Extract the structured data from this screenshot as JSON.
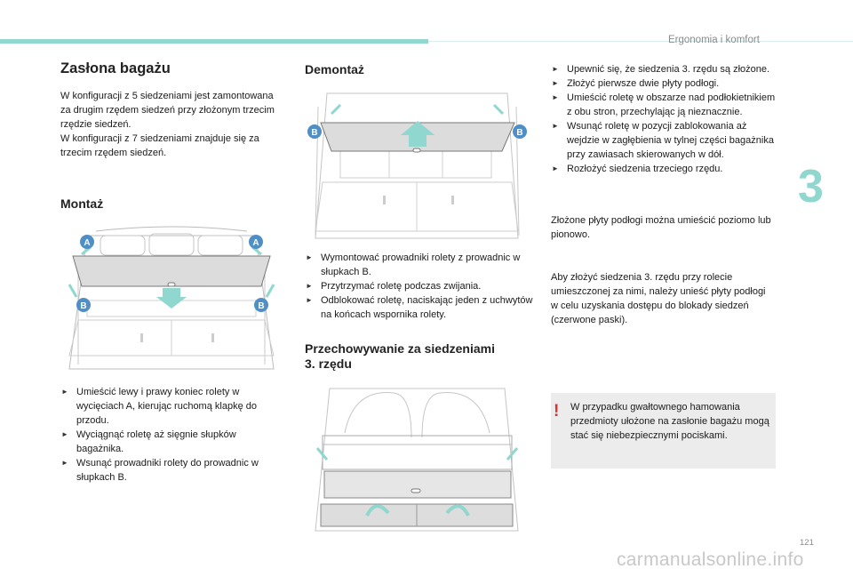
{
  "header": {
    "section_title": "Ergonomia i komfort",
    "chapter_number": "3",
    "page_number": "121"
  },
  "watermark": "carmanualsonline.info",
  "col1": {
    "title": "Zasłona bagażu",
    "intro": [
      "W konfiguracji z 5 siedzeniami jest zamontowana za drugim rzędem siedzeń przy złożonym trzecim rzędzie siedzeń.",
      "W konfiguracji z 7 siedzeniami znajduje się za trzecim rzędem siedzeń."
    ],
    "montaz_title": "Montaż",
    "fig_labels": {
      "a": "A",
      "b": "B"
    },
    "steps": [
      "Umieścić lewy i prawy koniec rolety w wycięciach A, kierując ruchomą klapkę do przodu.",
      "Wyciągnąć roletę aż sięgnie słupków bagażnika.",
      "Wsunąć prowadniki rolety do prowadnic w słupkach B."
    ]
  },
  "col2": {
    "demontaz_title": "Demontaż",
    "fig_label_b": "B",
    "steps": [
      "Wymontować prowadniki rolety z prowadnic w słupkach B.",
      "Przytrzymać roletę podczas zwijania.",
      "Odblokować roletę, naciskając jeden z uchwytów na końcach wspornika rolety."
    ],
    "storage_title_1": "Przechowywanie za siedzeniami",
    "storage_title_2": "3. rzędu"
  },
  "col3": {
    "steps": [
      "Upewnić się, że siedzenia 3. rzędu są złożone.",
      "Złożyć pierwsze dwie płyty podłogi.",
      "Umieścić roletę w obszarze nad podłokietnikiem z obu stron, przechylając ją nieznacznie.",
      "Wsunąć roletę w pozycji zablokowania aż wejdzie w zagłębienia w tylnej części bagażnika przy zawiasach skierowanych w dół.",
      "Rozłożyć siedzenia trzeciego rzędu."
    ],
    "after_steps": "Złożone płyty podłogi można umieścić poziomo lub pionowo.",
    "note": "Aby złożyć siedzenia 3. rzędu przy rolecie umieszczonej za nimi, należy unieść płyty podłogi w celu uzyskania dostępu do blokady siedzeń (czerwone paski).",
    "warning": "W przypadku gwałtownego hamowania przedmioty ułożone na zasłonie bagażu mogą stać się niebezpiecznymi pociskami."
  },
  "colors": {
    "accent": "#8fd7cf",
    "marker": "#4f8fc6",
    "arrow": "#8fd7cf",
    "warning": "#e03030"
  }
}
